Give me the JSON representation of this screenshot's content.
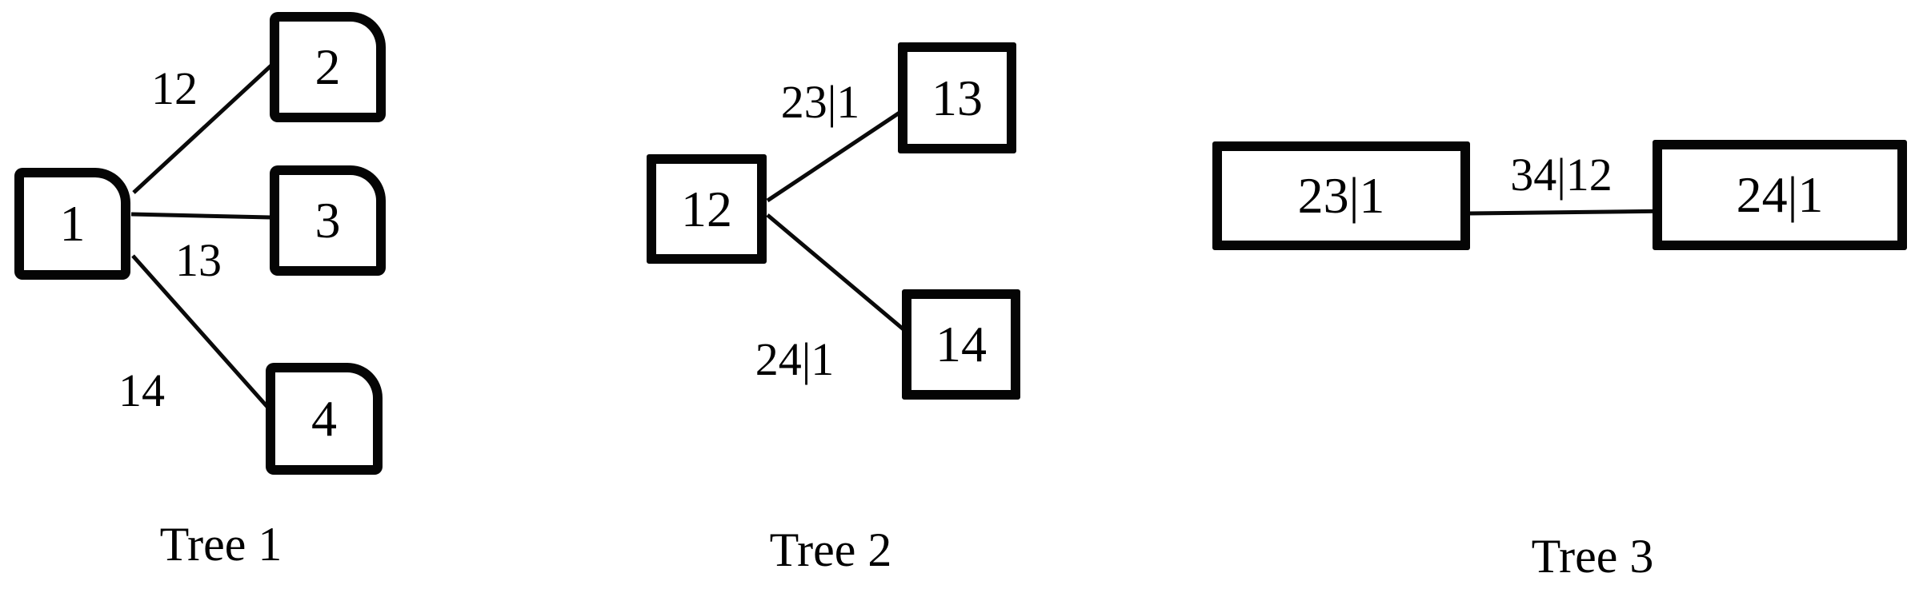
{
  "figure": {
    "background_color": "#ffffff",
    "stroke_color": "#000000",
    "text_color": "#000000",
    "trees": [
      {
        "caption": "Tree 1",
        "nodes": [
          {
            "label": "1"
          },
          {
            "label": "2"
          },
          {
            "label": "3"
          },
          {
            "label": "4"
          }
        ],
        "edges": [
          {
            "from": "1",
            "to": "2",
            "label": "12"
          },
          {
            "from": "1",
            "to": "3",
            "label": "13"
          },
          {
            "from": "1",
            "to": "4",
            "label": "14"
          }
        ]
      },
      {
        "caption": "Tree 2",
        "nodes": [
          {
            "label": "12"
          },
          {
            "label": "13"
          },
          {
            "label": "14"
          }
        ],
        "edges": [
          {
            "from": "12",
            "to": "13",
            "label": "23|1"
          },
          {
            "from": "12",
            "to": "14",
            "label": "24|1"
          }
        ]
      },
      {
        "caption": "Tree 3",
        "nodes": [
          {
            "label": "23|1"
          },
          {
            "label": "24|1"
          }
        ],
        "edges": [
          {
            "from": "23|1",
            "to": "24|1",
            "label": "34|12"
          }
        ]
      }
    ]
  }
}
